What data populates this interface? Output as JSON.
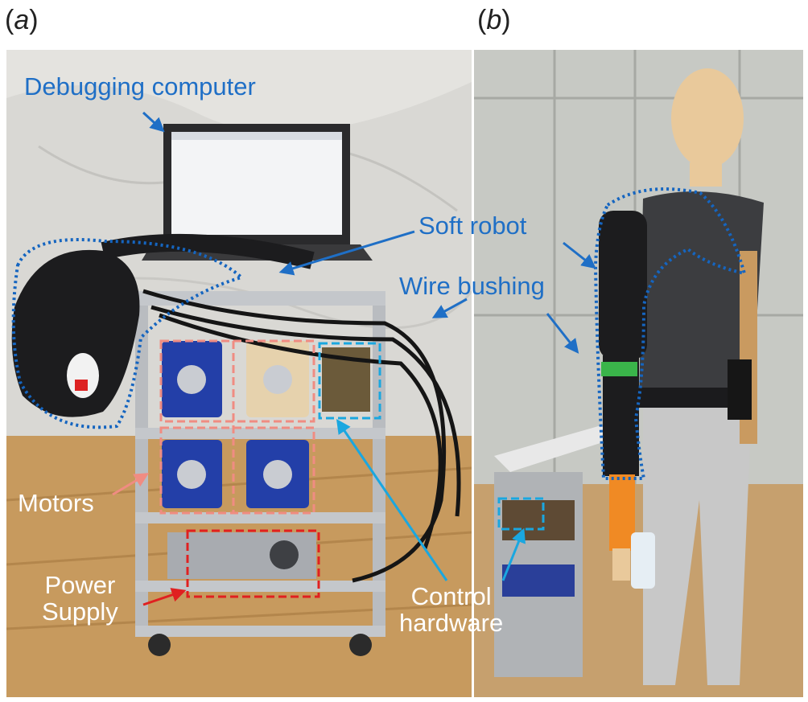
{
  "panels": {
    "a": {
      "label_open": "(",
      "label_letter": "a",
      "label_close": ")"
    },
    "b": {
      "label_open": "(",
      "label_letter": "b",
      "label_close": ")"
    }
  },
  "annotations": {
    "debugging_computer": "Debugging computer",
    "soft_robot": "Soft robot",
    "wire_bushing": "Wire bushing",
    "motors": "Motors",
    "power_supply_line1": "Power",
    "power_supply_line2": "Supply",
    "control_hardware_line1": "Control",
    "control_hardware_line2": "hardware"
  },
  "colors": {
    "annotation_blue": "#1f6fc6",
    "motors_box": "#f08c82",
    "power_box": "#e02020",
    "control_box": "#1aa7e0",
    "soft_robot_outline": "#1565c0"
  }
}
